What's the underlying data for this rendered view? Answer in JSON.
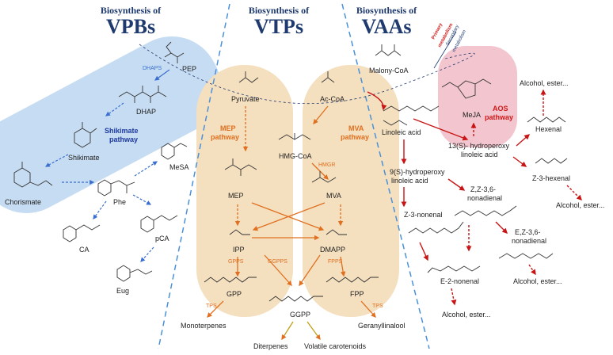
{
  "headers": {
    "vpbs": {
      "small": "Biosynthesis of",
      "large": "VPBs"
    },
    "vtps": {
      "small": "Biosynthesis of",
      "large": "VTPs"
    },
    "vaas": {
      "small": "Biosynthesis of",
      "large": "VAAs"
    }
  },
  "vpbs": {
    "PEP": "PEP",
    "DHAPS": "DHAPS",
    "DHAP": "DHAP",
    "shikimate_pathway_1": "Shikimate",
    "shikimate_pathway_2": "pathway",
    "Shikimate": "Shikimate",
    "Chorismate": "Chorismate",
    "Phe": "Phe",
    "MeSA": "MeSA",
    "CA": "CA",
    "pCA": "pCA",
    "Eug": "Eug"
  },
  "vtps": {
    "Pyruvate": "Pyruvate",
    "AcCoA": "Ac-CoA",
    "mep_pathway_1": "MEP",
    "mep_pathway_2": "pathway",
    "mva_pathway_1": "MVA",
    "mva_pathway_2": "pathway",
    "HMGCoA": "HMG-CoA",
    "HMGR": "HMGR",
    "MEP": "MEP",
    "MVA": "MVA",
    "IPP": "IPP",
    "DMAPP": "DMAPP",
    "GPPS": "GPPS",
    "GGPPS": "GGPPS",
    "FPPS": "FPPS",
    "GPP": "GPP",
    "GGPP": "GGPP",
    "FPP": "FPP",
    "TPS_left": "TPS",
    "TPS_right": "TPS",
    "Monoterpenes": "Monoterpenes",
    "Diterpenes": "Diterpenes",
    "VolatileCarotenoids": "Volatile carotenoids",
    "Geranyllinalool": "Geranyllinalool"
  },
  "vaas": {
    "MalonyCoA": "Malony-CoA",
    "primary_1": "Primary",
    "primary_2": "metabolism",
    "secondary_1": "Secondary",
    "secondary_2": "metabolism",
    "LinoleicAcid": "Linoleic acid",
    "MeJA": "MeJA",
    "aos_1": "AOS",
    "aos_2": "pathway",
    "hp13_1": "13(S)- hydroperoxy",
    "hp13_2": "linoleic acid",
    "alcohol_ester_top": "Alcohol, ester...",
    "Hexenal": "Hexenal",
    "hp9_1": "9(S)-hydroperoxy",
    "hp9_2": "linoleic acid",
    "z3hexenal": "Z-3-hexenal",
    "alcohol_ester_mid": "Alcohol, ester...",
    "zz36_1": "Z,Z-3,6-",
    "zz36_2": "nonadienal",
    "z3nonenal": "Z-3-nonenal",
    "ez36_1": "E,Z-3,6-",
    "ez36_2": "nonadienal",
    "e2nonenal": "E-2-nonenal",
    "alcohol_ester_right": "Alcohol, ester...",
    "alcohol_ester_bottom": "Alcohol, ester..."
  },
  "colors": {
    "header": "#1e3a6e",
    "vpbs_bg": "#c6dcf2",
    "vtps_bg": "#f4dfbf",
    "meja_bg": "#f3c6cf",
    "arrow_orange": "#e07020",
    "arrow_red": "#c81414",
    "arrow_blue": "#3a6fd0",
    "divider": "#4a90d9"
  },
  "icons": [
    "arrow-icon",
    "dashed-arrow-icon",
    "molecule-structure-icon"
  ]
}
